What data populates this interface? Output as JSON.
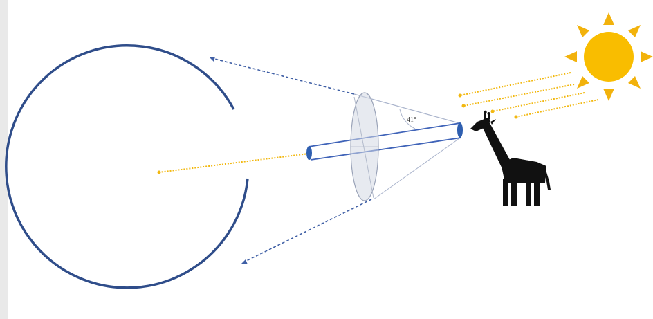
{
  "angle_label": "41°",
  "colors": {
    "circle_arc": "#2f4d8a",
    "cylinder": "#3f63b8",
    "cylinder_end": "#2f5fb0",
    "light_ray": "#f2b810",
    "sun_body": "#f9bd00",
    "sun_rays": "#f2b20c",
    "lens_fill": "#d3d8e3",
    "lens_stroke": "#9aa3b8",
    "cone_line": "#aab4cc",
    "projection_line": "#3f5fa5",
    "giraffe": "#111111",
    "left_bar": "#e9e9e9"
  },
  "icons": {
    "sun": "sun-icon",
    "giraffe": "giraffe-icon",
    "lens": "lens-disc",
    "eye_arc": "circle-arc"
  }
}
